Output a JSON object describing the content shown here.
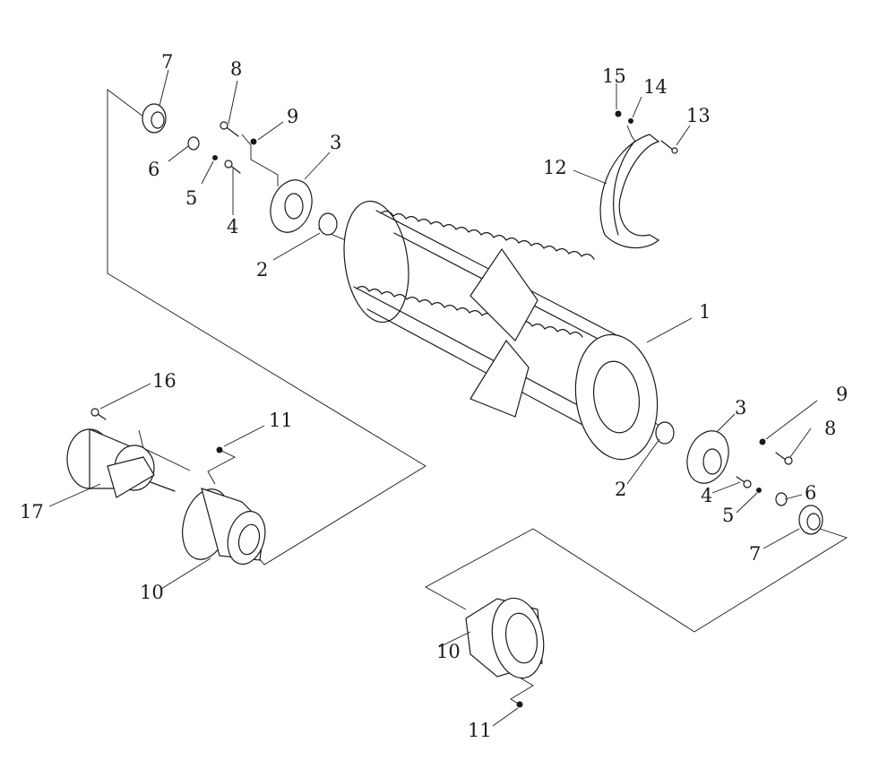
{
  "callouts": [
    {
      "id": "c7a",
      "text": "7"
    },
    {
      "id": "c8a",
      "text": "8"
    },
    {
      "id": "c9a",
      "text": "9"
    },
    {
      "id": "c3a",
      "text": "3"
    },
    {
      "id": "c6a",
      "text": "6"
    },
    {
      "id": "c5a",
      "text": "5"
    },
    {
      "id": "c4a",
      "text": "4"
    },
    {
      "id": "c2a",
      "text": "2"
    },
    {
      "id": "c15",
      "text": "15"
    },
    {
      "id": "c14",
      "text": "14"
    },
    {
      "id": "c13",
      "text": "13"
    },
    {
      "id": "c12",
      "text": "12"
    },
    {
      "id": "c1",
      "text": "1"
    },
    {
      "id": "c16",
      "text": "16"
    },
    {
      "id": "c11a",
      "text": "11"
    },
    {
      "id": "c17",
      "text": "17"
    },
    {
      "id": "c10a",
      "text": "10"
    },
    {
      "id": "c3b",
      "text": "3"
    },
    {
      "id": "c9b",
      "text": "9"
    },
    {
      "id": "c8b",
      "text": "8"
    },
    {
      "id": "c2b",
      "text": "2"
    },
    {
      "id": "c4b",
      "text": "4"
    },
    {
      "id": "c6b",
      "text": "6"
    },
    {
      "id": "c5b",
      "text": "5"
    },
    {
      "id": "c7b",
      "text": "7"
    },
    {
      "id": "c10b",
      "text": "10"
    },
    {
      "id": "c11b",
      "text": "11"
    }
  ]
}
